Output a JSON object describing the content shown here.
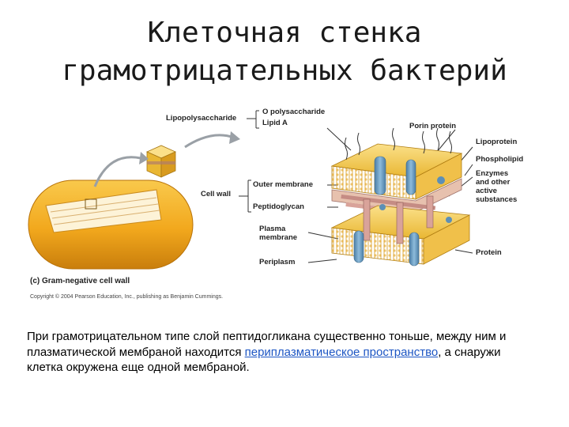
{
  "slide": {
    "title_line1": "Клеточная стенка",
    "title_line2": "грамотрицательных бактерий"
  },
  "figure": {
    "labels": {
      "lipopolysaccharide": "Lipopolysaccharide",
      "o_polysaccharide": "O polysaccharide",
      "lipid_a": "Lipid A",
      "porin_protein": "Porin protein",
      "lipoprotein": "Lipoprotein",
      "phospholipid": "Phospholipid",
      "enzymes": "Enzymes\nand other\nactive\nsubstances",
      "cell_wall": "Cell wall",
      "outer_membrane": "Outer membrane",
      "peptidoglycan": "Peptidoglycan",
      "plasma_membrane": "Plasma\nmembrane",
      "protein": "Protein",
      "periplasm": "Periplasm"
    },
    "caption": "(c) Gram-negative cell wall",
    "copyright": "Copyright © 2004 Pearson Education, Inc., publishing as Benjamin Cummings.",
    "colors": {
      "cell_orange": "#f2a81d",
      "membrane_yellow": "#f5c842",
      "protein_blue": "#6a9fc4",
      "peptidoglycan_pink": "#d9a39a"
    }
  },
  "body": {
    "text_before": "При грамотрицательном типе слой пептидогликана существенно тоньше, между ним и плазматической мембраной находится ",
    "link_text": "периплазматическое пространство",
    "text_after": ", а снаружи клетка окружена еще одной мембраной."
  }
}
